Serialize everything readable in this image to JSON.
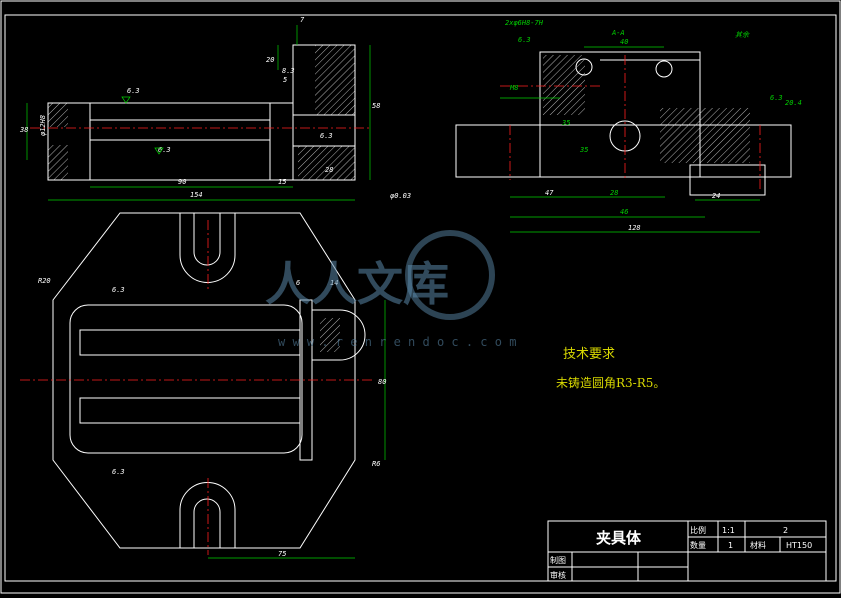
{
  "title_block": {
    "part_name": "夹具体",
    "scale_label": "比例",
    "scale_value": "1:1",
    "sheet_value": "2",
    "qty_label": "数量",
    "qty_value": "1",
    "material_label": "材料",
    "material_value": "HT150",
    "drawn_label": "制图",
    "checked_label": "审核"
  },
  "notes": {
    "heading": "技术要求",
    "line1": "未铸造圆角R3-R5。"
  },
  "watermark": {
    "text": "人人文库",
    "url": "w w w . r e n r e n d o c . c o m"
  },
  "views": {
    "section_label": "A-A",
    "roughness_all": "其余"
  },
  "dimensions": {
    "front": [
      "7",
      "20",
      "5",
      "8.3",
      "58",
      "6.3",
      "6.3",
      "38",
      "φ12H8",
      "28",
      "90",
      "15",
      "154",
      "φ0.03",
      "6.3"
    ],
    "section": [
      "2xφ6H8-7H",
      "6.3",
      "40",
      "M8",
      "35",
      "35",
      "47",
      "28",
      "46",
      "24",
      "128",
      "20.4",
      "6.3"
    ],
    "plan": [
      "R20",
      "6.3",
      "6",
      "14",
      "80",
      "R6",
      "6.3",
      "75"
    ]
  },
  "colors": {
    "outline": "#ffffff",
    "dimension": "#00d000",
    "centerline": "#ff2020",
    "note": "#e8e800",
    "watermark": "#5a88a8"
  }
}
